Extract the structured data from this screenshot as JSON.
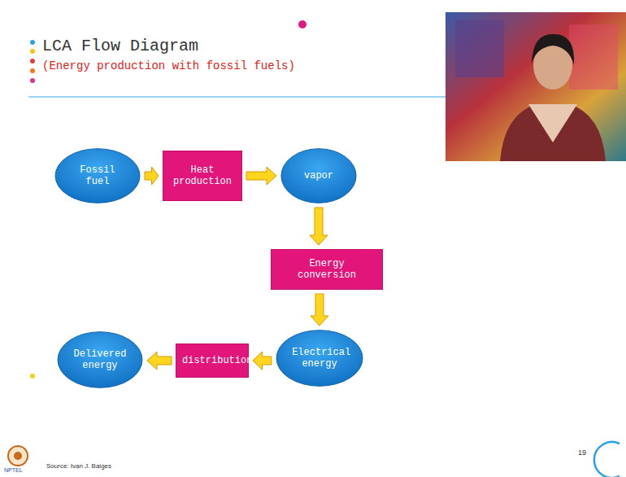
{
  "diagram": {
    "title": "LCA Flow Diagram",
    "nodes": [
      {
        "text": [
          "Fossil fuel"
        ]
      },
      {
        "text": [
          "Heat production"
        ]
      },
      {
        "text": [
          "vapor"
        ]
      },
      {
        "text": [
          "Energy conversion"
        ]
      },
      {
        "text": [
          "Electrical energy"
        ]
      },
      {
        "text": [
          "distribution"
        ]
      },
      {
        "text": [
          "Delivered energy"
        ]
      }
    ],
    "edges": [
      {
        "from": 0,
        "to": 1,
        "arrow": "to"
      },
      {
        "from": 1,
        "to": 2,
        "arrow": "to"
      },
      {
        "from": 2,
        "to": 3,
        "arrow": "to"
      },
      {
        "from": 3,
        "to": 4,
        "arrow": "to"
      },
      {
        "from": 4,
        "to": 5,
        "arrow": "to"
      },
      {
        "from": 5,
        "to": 6,
        "arrow": "to"
      }
    ],
    "labels": [
      "(Energy production with fossil fuels)",
      "NPTEL",
      "Source: Ivan J. Baiges",
      "19"
    ]
  }
}
